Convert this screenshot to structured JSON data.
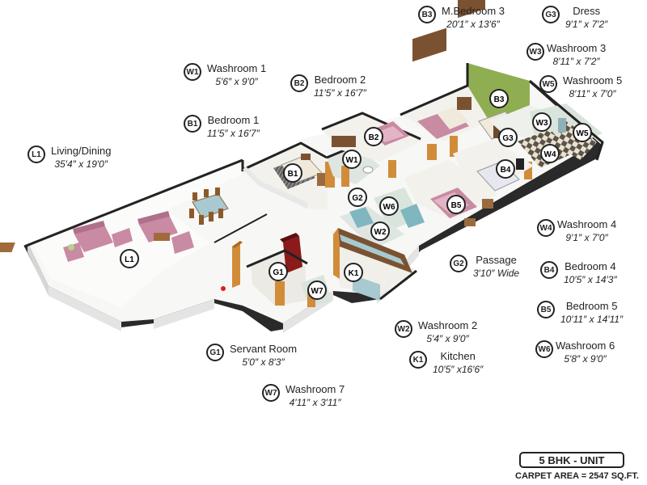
{
  "rooms": [
    {
      "code": "B3",
      "name": "M.Bedroom 3",
      "size": "20′1″ x 13′6″"
    },
    {
      "code": "G3",
      "name": "Dress",
      "size": "9′1″ x 7′2″"
    },
    {
      "code": "W3",
      "name": "Washroom 3",
      "size": "8′11″ x 7′2″"
    },
    {
      "code": "W1",
      "name": "Washroom 1",
      "size": "5′6″ x 9′0″"
    },
    {
      "code": "B2",
      "name": "Bedroom 2",
      "size": "11′5″ x 16′7″"
    },
    {
      "code": "W5",
      "name": "Washroom 5",
      "size": "8′11″ x 7′0″"
    },
    {
      "code": "B1",
      "name": "Bedroom 1",
      "size": "11′5″ x 16′7″"
    },
    {
      "code": "L1",
      "name": "Living/Dining",
      "size": "35′4″ x 19′0″"
    },
    {
      "code": "W4",
      "name": "Washroom 4",
      "size": "9′1″ x 7′0″"
    },
    {
      "code": "G2",
      "name": "Passage",
      "size": "3′10″ Wide"
    },
    {
      "code": "B4",
      "name": "Bedroom 4",
      "size": "10′5″ x 14′3″"
    },
    {
      "code": "B5",
      "name": "Bedroom 5",
      "size": "10′11″ x 14′11″"
    },
    {
      "code": "W2",
      "name": "Washroom 2",
      "size": "5′4″ x 9′0″"
    },
    {
      "code": "W6",
      "name": "Washroom 6",
      "size": "5′8″ x 9′0″"
    },
    {
      "code": "G1",
      "name": "Servant Room",
      "size": "5′0″ x 8′3″"
    },
    {
      "code": "K1",
      "name": "Kitchen",
      "size": "10′5″ x16′6″"
    },
    {
      "code": "W7",
      "name": "Washroom 7",
      "size": "4′11″ x 3′11″"
    }
  ],
  "unit": {
    "type": "5 BHK - UNIT",
    "carpet_area": "CARPET AREA = 2547 SQ.FT."
  },
  "colors": {
    "wall": "#f4f4f4",
    "wall_edge": "#222222",
    "floor": "#f7f7f5",
    "accent_green": "#8fae52",
    "sofa": "#c98aa3",
    "wood": "#a06b3c",
    "door": "#d18c3a",
    "tile_blue": "#7fb6bf"
  }
}
